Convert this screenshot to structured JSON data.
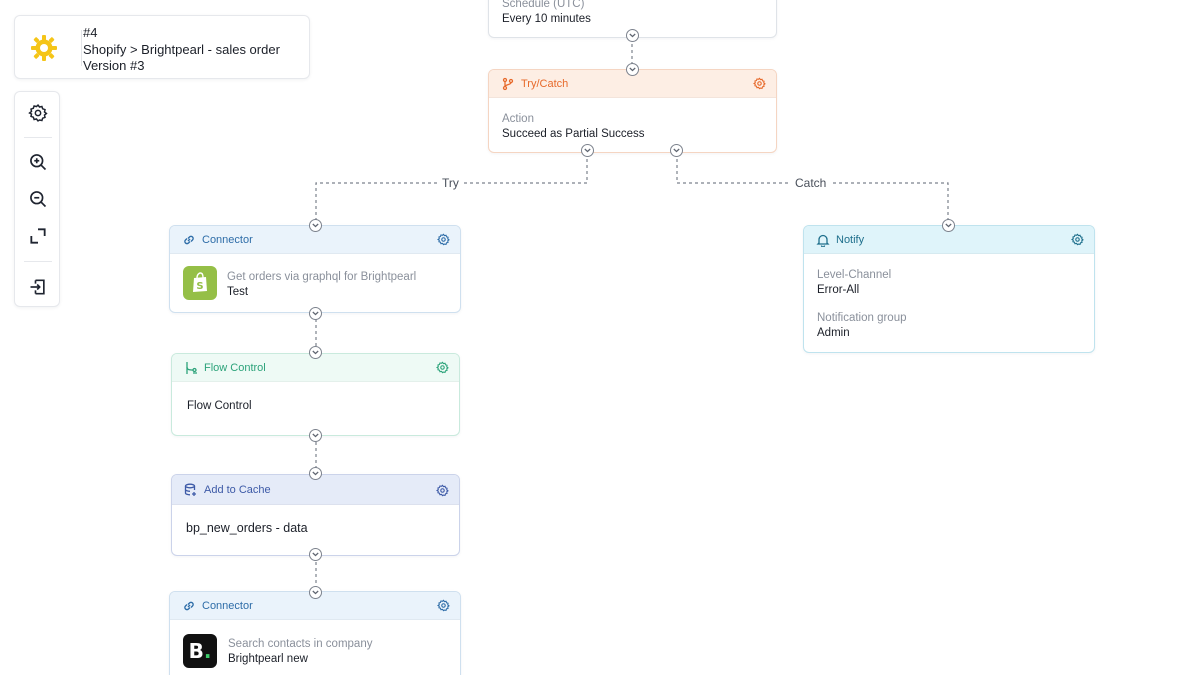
{
  "header": {
    "flow_number": "#4",
    "flow_name": "Shopify > Brightpearl - sales order",
    "version": "Version #3"
  },
  "toolbar": {
    "icons": [
      "gear-icon",
      "zoom-in-icon",
      "zoom-out-icon",
      "fit-screen-icon",
      "exit-icon"
    ]
  },
  "nodes": {
    "trigger": {
      "label": "Schedule (UTC)",
      "value": "Every 10 minutes"
    },
    "try_catch": {
      "title": "Try/Catch",
      "label": "Action",
      "value": "Succeed as Partial Success"
    },
    "connector1": {
      "title": "Connector",
      "label": "Get orders via graphql for Brightpearl",
      "value": "Test"
    },
    "flow_control": {
      "title": "Flow Control",
      "value": "Flow Control"
    },
    "add_cache": {
      "title": "Add to Cache",
      "value": "bp_new_orders - data"
    },
    "connector2": {
      "title": "Connector",
      "label": "Search contacts in company",
      "value": "Brightpearl new",
      "app_letter": "B",
      "app_dot": "."
    },
    "notify": {
      "title": "Notify",
      "label1": "Level-Channel",
      "value1": "Error-All",
      "label2": "Notification group",
      "value2": "Admin"
    }
  },
  "branches": {
    "try": "Try",
    "catch": "Catch"
  },
  "colors": {
    "try_catch": "#e7692a",
    "connector": "#2e6da8",
    "flow_control": "#2ca37a",
    "add_cache": "#3d5aa7",
    "notify": "#1e6f8c",
    "shopify": "#95bf47",
    "brightpearl_dot": "#3dcc6b"
  }
}
